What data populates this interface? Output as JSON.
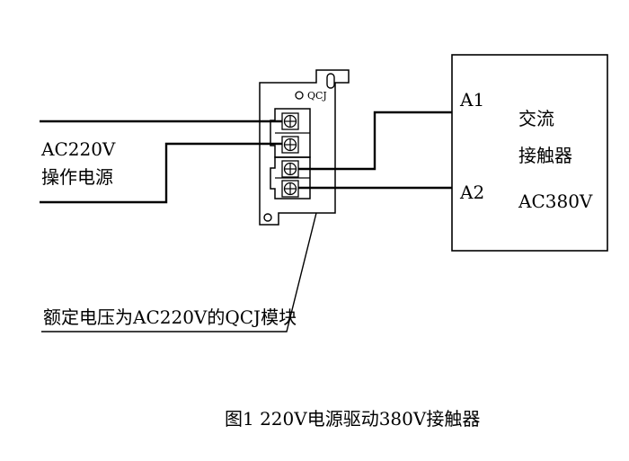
{
  "source_label": {
    "line1": "AC220V",
    "line2": "操作电源"
  },
  "module": {
    "tag": "QCJ",
    "callout": "额定电压为AC220V的QCJ模块"
  },
  "contactor": {
    "terminal_a1": "A1",
    "terminal_a2": "A2",
    "name_line1": "交流",
    "name_line2": "接触器",
    "rating": "AC380V"
  },
  "caption": "图1 220V电源驱动380V接触器"
}
